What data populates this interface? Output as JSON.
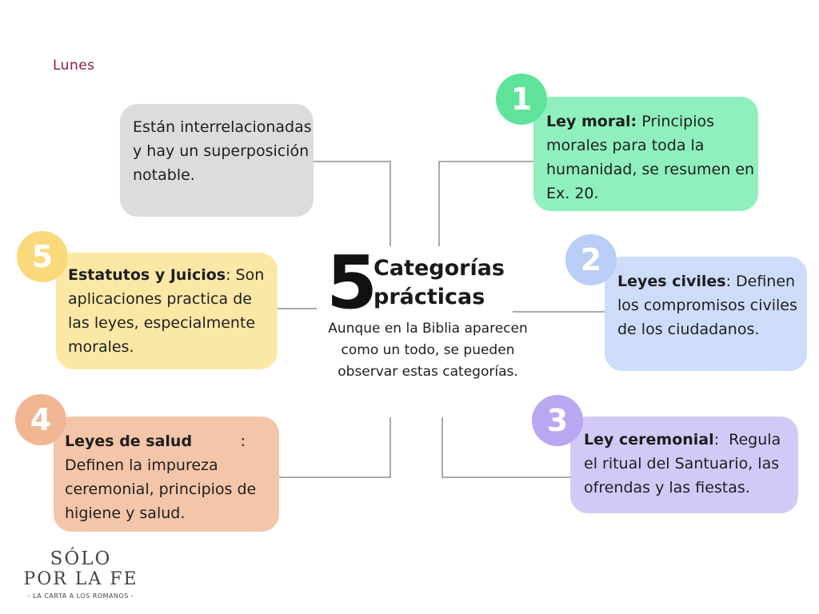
{
  "day": "Lunes",
  "center": {
    "number": "5",
    "title_line1": "Categorías",
    "title_line2": "prácticas",
    "subtitle": "Aunque en la Biblia aparecen como un todo, se pueden observar estas categorías."
  },
  "note": {
    "text": "Están interrelacionadas y hay un superposición notable."
  },
  "categories": [
    {
      "number": "1",
      "title": "Ley moral:",
      "text": " Principios morales para toda la humanidad, se resumen en Ex. 20.",
      "color": "#8ff0bd"
    },
    {
      "number": "2",
      "title": "Leyes civiles",
      "text": ": Definen los compromisos civiles de los ciudadanos.",
      "color": "#cddcf9"
    },
    {
      "number": "3",
      "title": "Ley ceremonial",
      "text": ":  Regula el ritual del Santuario, las ofrendas y las fiestas.",
      "color": "#d3c9f7"
    },
    {
      "number": "4",
      "title": "Leyes de salud",
      "text": "          : Definen la impureza ceremonial, principios de higiene y salud.",
      "color": "#f3c5a9"
    },
    {
      "number": "5",
      "title": "Estatutos y Juicios",
      "text": ": Son aplicaciones practica de las leyes, especialmente morales.",
      "color": "#fce8a6"
    }
  ],
  "logo": {
    "line1": "SÓLO",
    "line2": "POR LA FE",
    "line3": "- LA CARTA A LOS ROMANOS -"
  }
}
